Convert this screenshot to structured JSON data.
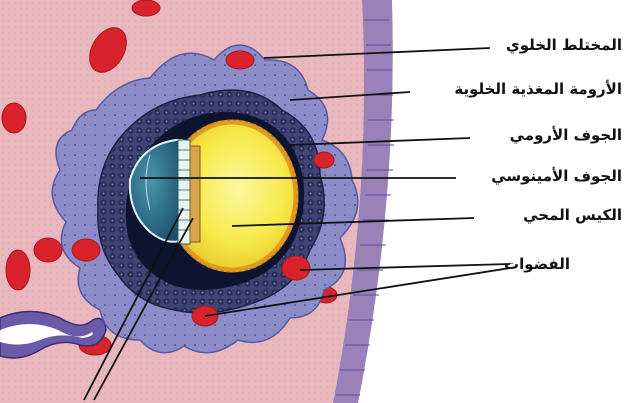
{
  "labels": {
    "syncytiotrophoblast": "المختلط الخلوي",
    "cytotrophoblast": "الأرومة المغذية الخلوية",
    "chorionic_cavity": "الجوف الأرومي",
    "amniotic_cavity": "الجوف الأمينوسي",
    "yolk_sac": "الكيس المحي",
    "lacunae": "الفضوات"
  },
  "colors": {
    "endometrium": "#e8b8be",
    "syncytium": "#8c8cc8",
    "cytotroph_cells": "#30345e",
    "cavity_dark": "#0e1430",
    "yolk_yellow": "#f6ec56",
    "yolk_rim": "#e09a22",
    "amnion_blue": "#2a6d88",
    "blood_red": "#d8222c",
    "gland_purple": "#5a4c96",
    "label_line": "#111111"
  }
}
